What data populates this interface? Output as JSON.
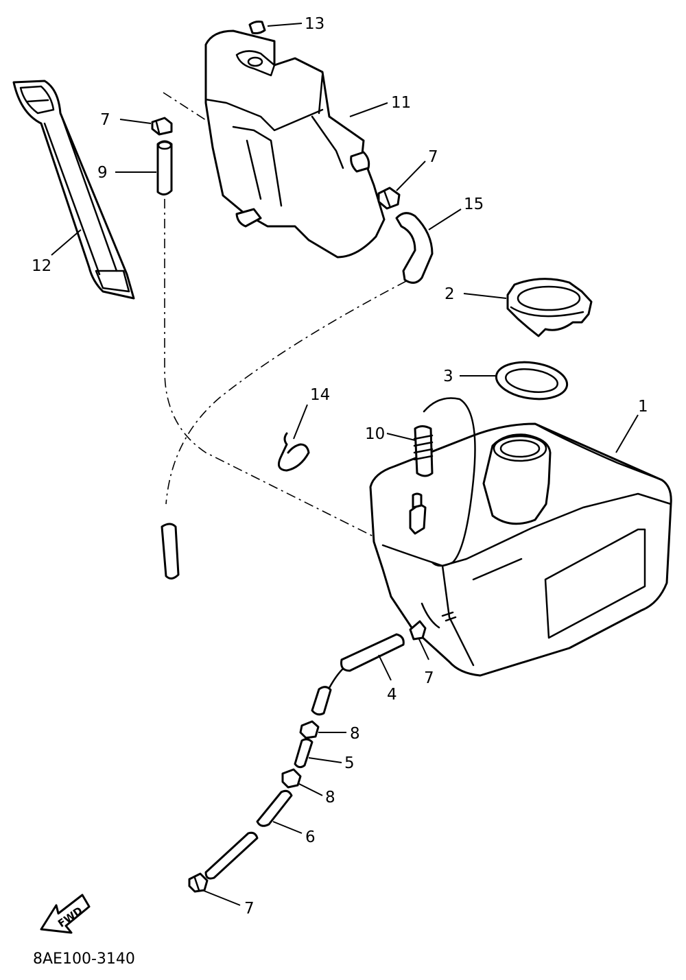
{
  "diagram": {
    "drawing_code": "8AE100-3140",
    "direction_label": "FWD",
    "callouts": {
      "tank": "1",
      "filler_cap": "2",
      "cap_gasket": "3",
      "hose_upper": "4",
      "hose_joint": "5",
      "hose_lower": "6",
      "clip_top": "7",
      "clip_reservoir": "7",
      "clip_tank": "7",
      "clip_bottom": "7",
      "clamp_upper": "8",
      "clamp_lower": "8",
      "breather_hose": "9",
      "vent_nipple": "10",
      "reservoir_tank": "11",
      "strap": "12",
      "reservoir_cap": "13",
      "hose_clamp": "14",
      "reservoir_hose": "15"
    }
  }
}
